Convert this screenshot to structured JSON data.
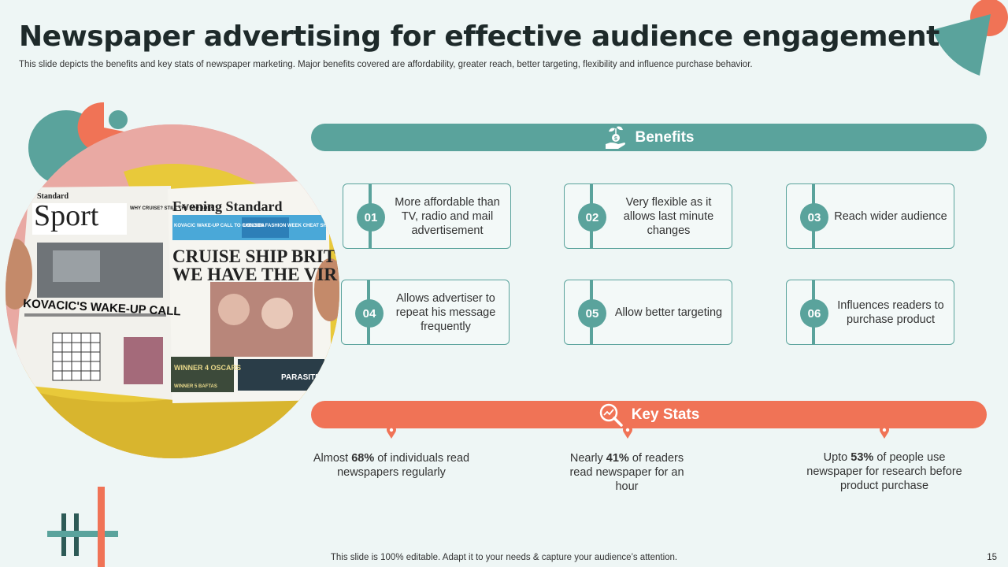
{
  "slide": {
    "title": "Newspaper advertising for effective audience engagement",
    "subtitle": "This slide depicts the benefits and key stats of newspaper marketing. Major benefits covered are affordability, greater reach, better targeting, flexibility and influence purchase behavior.",
    "footer": "This slide is 100% editable. Adapt it to your needs & capture your audience’s attention.",
    "page_number": "15"
  },
  "colors": {
    "teal": "#5aa39c",
    "coral": "#f07356",
    "pink": "#e9a9a3",
    "background": "#eef6f5"
  },
  "photo": {
    "papers": {
      "left_masthead_small": "Standard",
      "left_masthead_big": "Sport",
      "left_corner_text": "WHY CRUISE? STILL THE TOP BOSS",
      "left_headline": "KOVACIC'S WAKE-UP CALL",
      "right_masthead": "Evening Standard",
      "right_strip_1": "KOVACIC WAKE-UP CALL TO CHELSEA",
      "right_strip_2": "LONDON FASHION WEEK CHEAT SHEET",
      "right_headline_1": "CRUISE SHIP BRITS:",
      "right_headline_2": "WE HAVE THE VIRU",
      "right_winner": "WINNER 4 OSCARS",
      "right_winner_2": "WINNER 5 BAFTAS",
      "right_parasite": "PARASITE"
    }
  },
  "benefits": {
    "heading": "Benefits",
    "icon": "money-plant-hand-icon",
    "items": [
      {
        "num": "01",
        "text": "More affordable than TV, radio and mail advertisement"
      },
      {
        "num": "02",
        "text": "Very flexible as it allows last minute changes"
      },
      {
        "num": "03",
        "text": "Reach wider audience"
      },
      {
        "num": "04",
        "text": "Allows advertiser to repeat his message frequently"
      },
      {
        "num": "05",
        "text": "Allow better targeting"
      },
      {
        "num": "06",
        "text": "Influences readers to purchase product"
      }
    ]
  },
  "key_stats": {
    "heading": "Key Stats",
    "icon": "magnifier-chart-icon",
    "items": [
      {
        "pre": "Almost ",
        "value": "68%",
        "post": " of individuals read newspapers regularly"
      },
      {
        "pre": "Nearly ",
        "value": "41%",
        "post": " of readers read newspaper for an hour"
      },
      {
        "pre": "Upto ",
        "value": "53%",
        "post": " of people use newspaper for research before product purchase"
      }
    ]
  }
}
